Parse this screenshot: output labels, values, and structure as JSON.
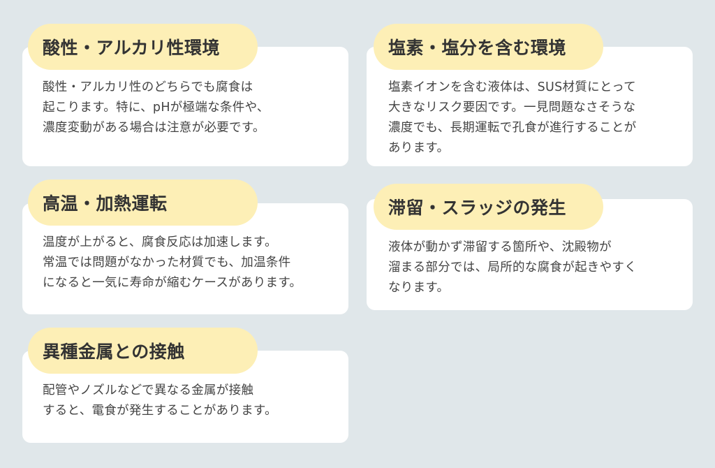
{
  "colors": {
    "background": "#e0e7ea",
    "card": "#ffffff",
    "pill": "#fdefb6",
    "title_text": "#333333",
    "body_text": "#444444"
  },
  "cards": [
    {
      "title": "酸性・アルカリ性環境",
      "body": "酸性・アルカリ性のどちらでも腐食は\n起こります。特に、pHが極端な条件や、\n濃度変動がある場合は注意が必要です。"
    },
    {
      "title": "塩素・塩分を含む環境",
      "body": "塩素イオンを含む液体は、SUS材質にとって\n大きなリスク要因です。一見問題なさそうな\n濃度でも、長期運転で孔食が進行することが\nあります。"
    },
    {
      "title": "高温・加熱運転",
      "body": "温度が上がると、腐食反応は加速します。\n常温では問題がなかった材質でも、加温条件\nになると一気に寿命が縮むケースがあります。"
    },
    {
      "title": "滞留・スラッジの発生",
      "body": "液体が動かず滞留する箇所や、沈殿物が\n溜まる部分では、局所的な腐食が起きやすく\nなります。"
    },
    {
      "title": "異種金属との接触",
      "body": "配管やノズルなどで異なる金属が接触\nすると、電食が発生することがあります。"
    }
  ]
}
